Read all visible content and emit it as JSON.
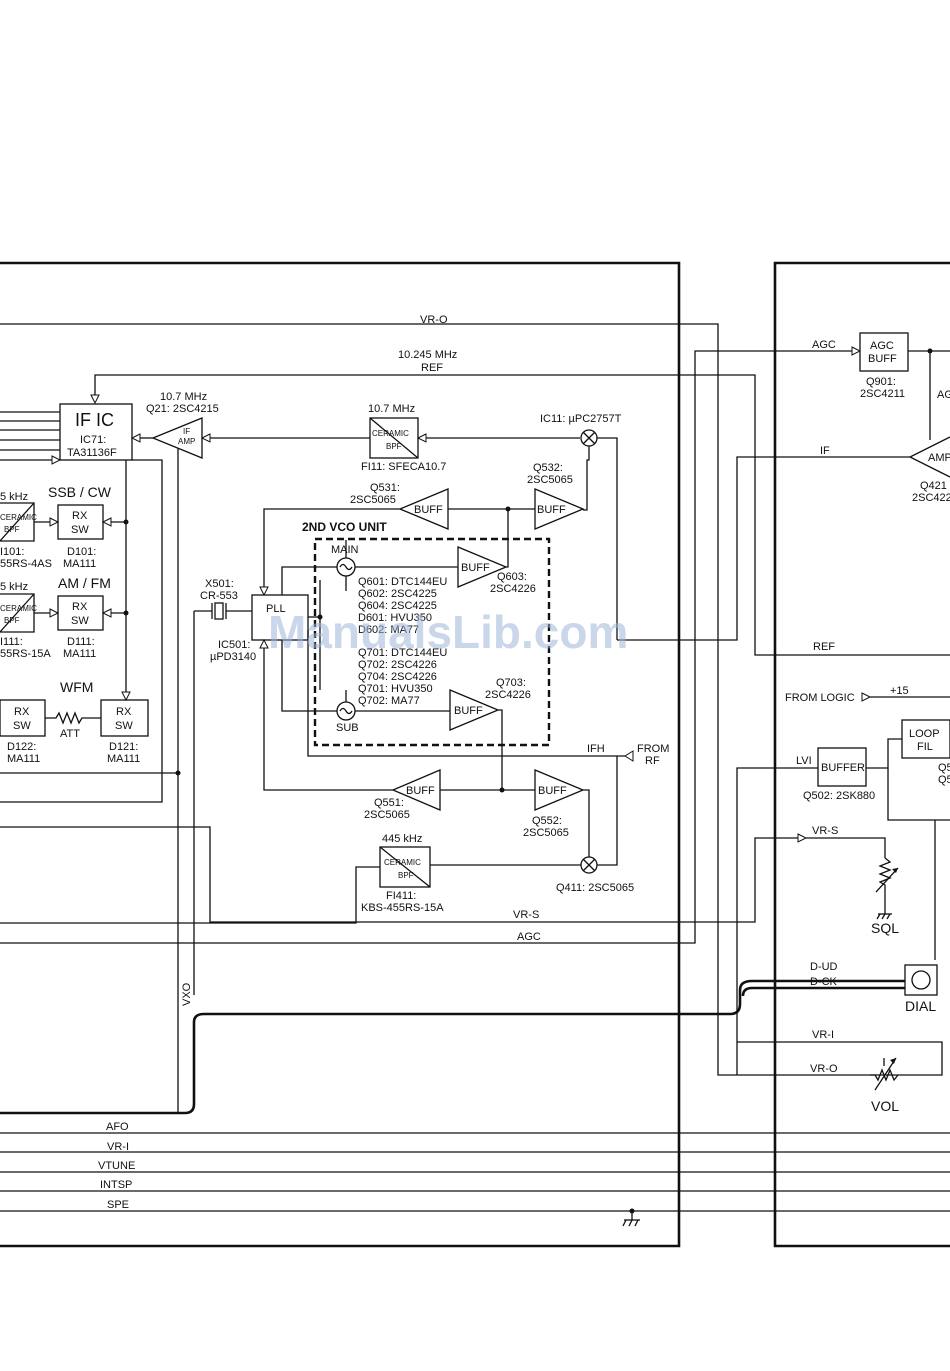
{
  "labels": {
    "vr_o_top": "VR-O",
    "ref_freq": "10.245 MHz",
    "ref_top": "REF",
    "if_ic_title": "IF IC",
    "if_ic_part": "IC71:",
    "if_ic_model": "TA31136F",
    "q21_freq": "10.7 MHz",
    "q21_part": "Q21: 2SC4215",
    "if_amp_1": "IF",
    "if_amp_2": "AMP",
    "fi11_freq": "10.7 MHz",
    "ceramic": "CERAMIC",
    "bpf": "BPF",
    "fi11_part": "FI11: SFECA10.7",
    "ic11_part": "IC11: µPC2757T",
    "q532_name": "Q532:",
    "q532_part": "2SC5065",
    "q531_name": "Q531:",
    "q531_part": "2SC5065",
    "buff": "BUFF",
    "vco_unit": "2ND VCO UNIT",
    "main": "MAIN",
    "sub": "SUB",
    "q603_name": "Q603:",
    "q603_part": "2SC4226",
    "q703_name": "Q703:",
    "q703_part": "2SC4226",
    "vco_parts_1": [
      "Q601: DTC144EU",
      "Q602: 2SC4225",
      "Q604: 2SC4225",
      "D601: HVU350",
      "D602: MA77"
    ],
    "vco_parts_2": [
      "Q701: DTC144EU",
      "Q702: 2SC4226",
      "Q704: 2SC4226",
      "Q701: HVU350",
      "Q702: MA77"
    ],
    "ssb_cw": "SSB / CW",
    "am_fm": "AM / FM",
    "wfm": "WFM",
    "khz_1": "5 kHz",
    "khz_2": "5 kHz",
    "rx": "RX",
    "sw": "SW",
    "att": "ATT",
    "fi101_name": "I101:",
    "fi101_part": "55RS-4AS",
    "d101_name": "D101:",
    "d101_part": "MA111",
    "fi111_name": "I111:",
    "fi111_part": "55RS-15A",
    "d111_name": "D111:",
    "d111_part": "MA111",
    "d122_name": "D122:",
    "d122_part": "MA111",
    "d121_name": "D121:",
    "d121_part": "MA111",
    "x501_name": "X501:",
    "x501_part": "CR-553",
    "pll": "PLL",
    "ic501_name": "IC501:",
    "ic501_part": "µPD3140",
    "ifh": "IFH",
    "from_rf_1": "FROM",
    "from_rf_2": "RF",
    "q551_name": "Q551:",
    "q551_part": "2SC5065",
    "q552_name": "Q552:",
    "q552_part": "2SC5065",
    "fi411_freq": "445 kHz",
    "fi411_name": "FI411:",
    "fi411_part": "KBS-455RS-15A",
    "q411_part": "Q411: 2SC5065",
    "vr_s_mid": "VR-S",
    "agc_mid": "AGC",
    "vxo": "VXO",
    "bus": [
      "AFO",
      "VR-I",
      "VTUNE",
      "INTSP",
      "SPE"
    ],
    "agc_right": "AGC",
    "agc_buff_1": "AGC",
    "agc_buff_2": "BUFF",
    "q901_name": "Q901:",
    "q901_part": "2SC4211",
    "ag_cut": "AG",
    "if_right": "IF",
    "amp_cut": "AMP",
    "q421_name": "Q421",
    "q421_part": "2SC422",
    "ref_right": "REF",
    "from_logic": "FROM LOGIC",
    "plus15": "+15",
    "loop_1": "LOOP",
    "loop_2": "FIL",
    "q5_cut_1": "Q5",
    "q5_cut_2": "Q5",
    "lvi": "LVI",
    "buffer": "BUFFER",
    "q502_part": "Q502: 2SK880",
    "vr_s_right": "VR-S",
    "sql": "SQL",
    "d_ud": "D-UD",
    "d_ck": "D-CK",
    "dial": "DIAL",
    "vr_i_right": "VR-I",
    "vr_o_right": "VR-O",
    "vol": "VOL",
    "watermark": "ManualsLib.com"
  }
}
